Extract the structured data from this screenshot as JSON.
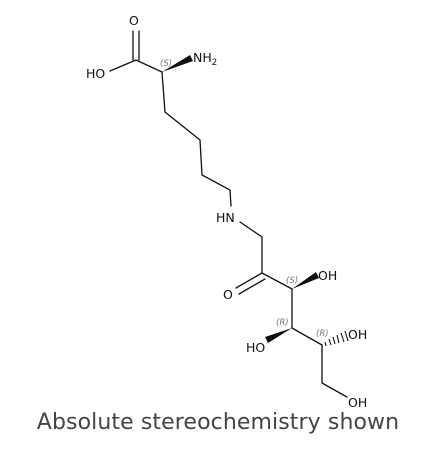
{
  "caption": "Absolute stereochemistry shown",
  "atoms": {
    "o_carbonyl_top": "O",
    "ho_acid": "HO",
    "nh2_n": "NH",
    "nh2_sub": "2",
    "hn_amine": "HN",
    "o_ketone": "O",
    "oh_c3": "OH",
    "ho_c4": "HO",
    "oh_c5": "OH",
    "oh_c6": "OH"
  },
  "stereo": {
    "alpha_carbon": "(S)",
    "c3": "(S)",
    "c4": "(R)",
    "c5": "(R)"
  }
}
